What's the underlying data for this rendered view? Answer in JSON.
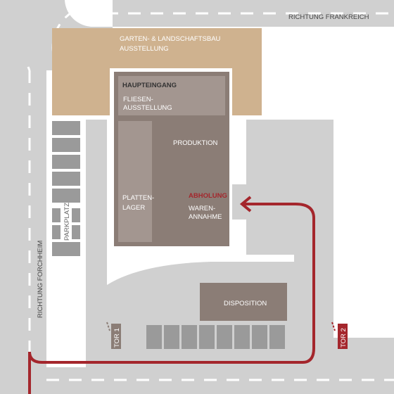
{
  "map": {
    "roads": {
      "top_label": "RICHTUNG FRANKREICH",
      "left_label": "RICHTUNG FORCHHEIM"
    },
    "garden_area": {
      "line1": "GARTEN- & LANDSCHAFTSBAU",
      "line2": "AUSSTELLUNG"
    },
    "main_building": {
      "entrance": "HAUPTEINGANG",
      "tiles": {
        "line1": "FLIESEN-",
        "line2": "AUSSTELLUNG"
      },
      "production": "PRODUKTION",
      "plate_storage": {
        "line1": "PLATTEN-",
        "line2": "LAGER"
      },
      "pickup": "ABHOLUNG",
      "goods_receipt": {
        "line1": "WAREN-",
        "line2": "ANNAHME"
      }
    },
    "parking_label": "PARKPLATZ",
    "disposition": "DISPOSITION",
    "gate1": "TOR 1",
    "gate2": "TOR 2",
    "colors": {
      "road": "#d0d0d0",
      "lane_marking": "#ffffff",
      "lot": "#c4c4c4",
      "garden": "#cfb28f",
      "building": "#8b7d76",
      "building_light": "#a39690",
      "parking_slot": "#9a9a9a",
      "route": "#a4262c",
      "text_light": "#ffffff",
      "text_dark": "#333333",
      "text_pickup": "#a4262c"
    }
  }
}
